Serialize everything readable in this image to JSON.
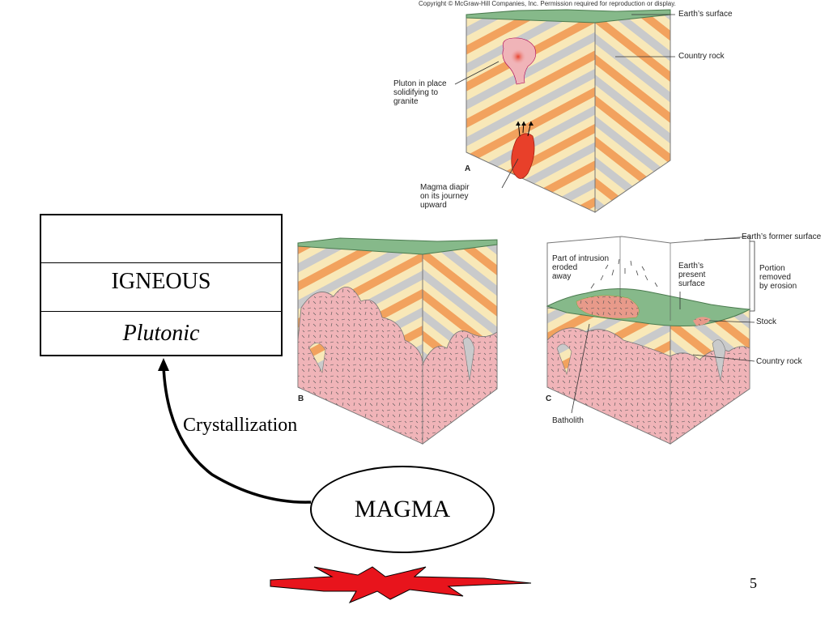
{
  "copyright": "Copyright © McGraw-Hill Companies, Inc. Permission required for reproduction or display.",
  "rock_box": {
    "title": "IGNEOUS",
    "subtitle": "Plutonic"
  },
  "arrow_label": "Crystallization",
  "magma_label": "MAGMA",
  "slide_number": "5",
  "panel_a": {
    "letter": "A",
    "labels": {
      "surface": "Earth’s surface",
      "country_rock": "Country rock",
      "pluton": "Pluton in place\nsolidifying to\ngranite",
      "diapir": "Magma diapir\non its journey\nupward"
    }
  },
  "panel_b": {
    "letter": "B"
  },
  "panel_c": {
    "letter": "C",
    "labels": {
      "former_surface": "Earth’s former surface",
      "eroded": "Part of intrusion\neroded\naway",
      "present_surface": "Earth’s\npresent\nsurface",
      "removed": "Portion\nremoved\nby erosion",
      "stock": "Stock",
      "country_rock": "Country rock",
      "batholith": "Batholith"
    }
  },
  "colors": {
    "orange": "#f2a25e",
    "cream": "#f8e8b8",
    "gray": "#c9cacb",
    "green": "#86b98a",
    "pink": "#f0b4b8",
    "red": "#e8402a",
    "burst": "#e8141c"
  }
}
